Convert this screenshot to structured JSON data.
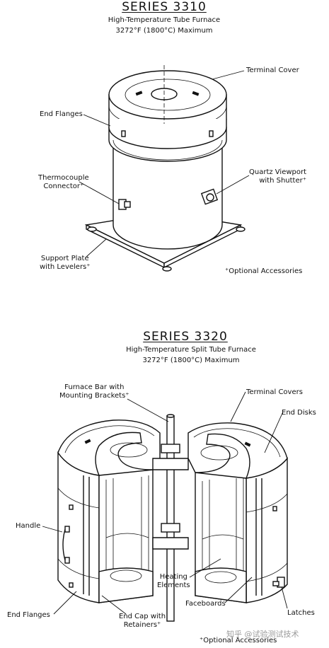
{
  "series_3310": {
    "title": "SERIES 3310",
    "subtitle": "High-Temperature Tube Furnace",
    "temperature": "3272°F (1800°C) Maximum",
    "labels": {
      "terminal_cover": "Terminal Cover",
      "end_flanges": "End Flanges",
      "thermocouple": "Thermocouple\nConnector⁺",
      "quartz_viewport": "Quartz Viewport\nwith Shutter⁺",
      "support_plate": "Support Plate\nwith Levelers⁺",
      "optional": "⁺Optional Accessories"
    }
  },
  "series_3320": {
    "title": "SERIES 3320",
    "subtitle": "High-Temperature Split Tube Furnace",
    "temperature": "3272°F (1800°C) Maximum",
    "labels": {
      "furnace_bar": "Furnace Bar with\nMounting Brackets⁺",
      "terminal_covers": "Terminal Covers",
      "end_disks": "End Disks",
      "handle": "Handle",
      "heating_elements": "Heating\nElements",
      "faceboards": "Faceboards",
      "end_flanges": "End Flanges",
      "end_cap": "End Cap with\nRetainers⁺",
      "latches": "Latches",
      "optional": "⁺Optional Accessories"
    }
  },
  "watermark": "知乎 @试验测试技术"
}
